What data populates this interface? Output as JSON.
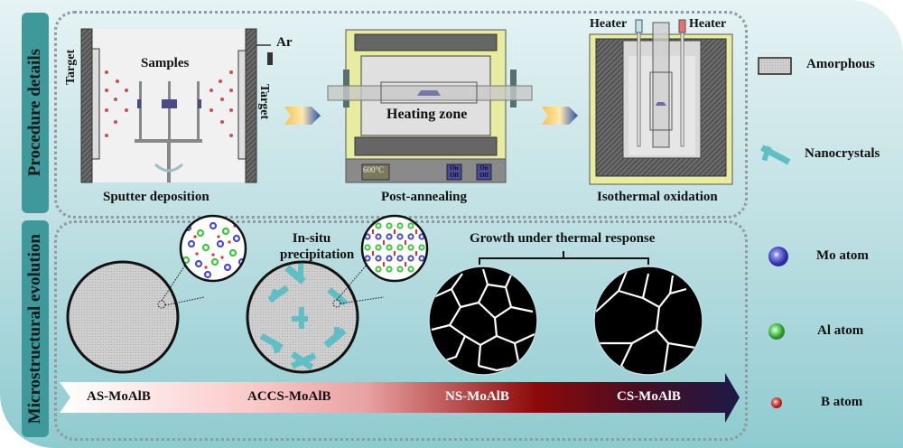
{
  "sections": {
    "procedure": "Procedure details",
    "microstructure": "Microstructural evolution"
  },
  "procedure": {
    "sputter": {
      "caption": "Sputter deposition",
      "samples": "Samples",
      "target_left": "Target",
      "target_right": "Target",
      "gas": "Ar"
    },
    "annealing": {
      "caption": "Post-annealing",
      "zone": "Heating zone",
      "display": "600°C",
      "switch1": "On Off",
      "switch2": "On Off"
    },
    "oxidation": {
      "caption": "Isothermal oxidation",
      "heater_left": "Heater",
      "heater_right": "Heater"
    }
  },
  "microstructure": {
    "precip_label_line1": "In-situ",
    "precip_label_line2": "precipitation",
    "growth_label": "Growth under thermal response",
    "stages": [
      "AS-MoAlB",
      "ACCS-MoAlB",
      "NS-MoAlB",
      "CS-MoAlB"
    ]
  },
  "legend": {
    "amorphous": "Amorphous",
    "nanocrystals": "Nanocrystals",
    "mo": "Mo atom",
    "al": "Al atom",
    "b": "B atom"
  },
  "colors": {
    "mo": "#4a4ad0",
    "al": "#3fc43f",
    "b": "#e03030",
    "nanocrystal": "#5fbfc4",
    "tab": "#3f9899"
  }
}
